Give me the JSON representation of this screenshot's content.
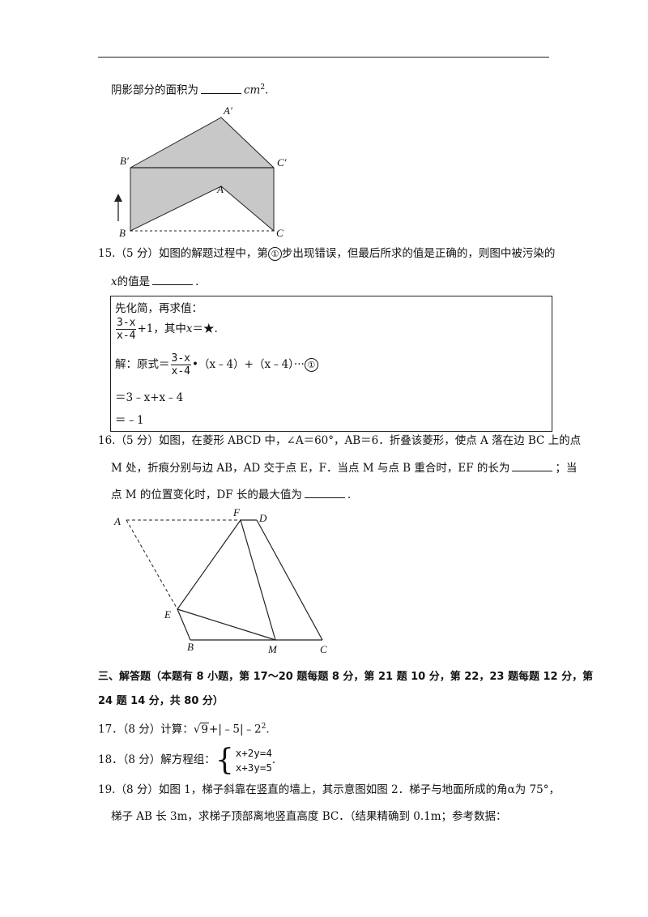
{
  "q14_tail": {
    "text": "阴影部分的面积为",
    "unit": "cm",
    "exp": "2",
    "end": "."
  },
  "fig14_labels": {
    "Ap": "A′",
    "Bp": "B′",
    "Cp": "C′",
    "A": "A",
    "B": "B",
    "C": "C"
  },
  "q15": {
    "num": "15.",
    "line1": "（5 分）如图的解题过程中，第",
    "step_mark": "①",
    "line1b": "步出现错误，但最后所求的值是正确的，则图中被污染的",
    "var": "x",
    "line2": "的值是",
    "end": "."
  },
  "box": {
    "l1": "先化简，再求值：",
    "frac_num": "3-x",
    "frac_den": "x-4",
    "l2_after": "+1，其中",
    "l2_var": "x",
    "l2_eq": "＝★.",
    "l3_pre": "解：原式＝",
    "l3_after": "•（x﹣4）+（x﹣4）···",
    "l3_mark": "①",
    "l4": "＝3﹣x+x﹣4",
    "l5": "＝﹣1"
  },
  "q16": {
    "l1": "16.（5 分）如图，在菱形 ABCD 中，∠A＝60°，AB＝6．折叠该菱形，使点 A 落在边 BC 上的点",
    "l2a": "M 处，折痕分别与边 AB，AD 交于点 E，F．当点 M 与点 B 重合时，EF 的长为",
    "l2b": "；当",
    "l3a": "点 M 的位置变化时，DF 长的最大值为",
    "l3b": "."
  },
  "fig16_labels": {
    "A": "A",
    "F": "F",
    "D": "D",
    "E": "E",
    "B": "B",
    "M": "M",
    "C": "C"
  },
  "section3": {
    "l1": "三、解答题（本题有 8 小题，第 17～20 题每题 8 分，第 21 题 10 分，第 22，23 题每题 12 分，第",
    "l2": "24 题 14 分，共 80 分）"
  },
  "q17": {
    "pre": "17．（8 分）计算：",
    "radicand": "9",
    "post": "+|﹣5|﹣2",
    "exp": "2",
    "end": "."
  },
  "q18": {
    "pre": "18．（8 分）解方程组：",
    "eq1": "x+2y=4",
    "eq2": "x+3y=5",
    "end": "."
  },
  "q19": {
    "l1": "19.（8 分）如图 1，梯子斜靠在竖直的墙上，其示意图如图 2．梯子与地面所成的角α为 75°，",
    "l2": "梯子 AB 长 3m，求梯子顶部离地竖直高度 BC．（结果精确到 0.1m；参考数据："
  }
}
